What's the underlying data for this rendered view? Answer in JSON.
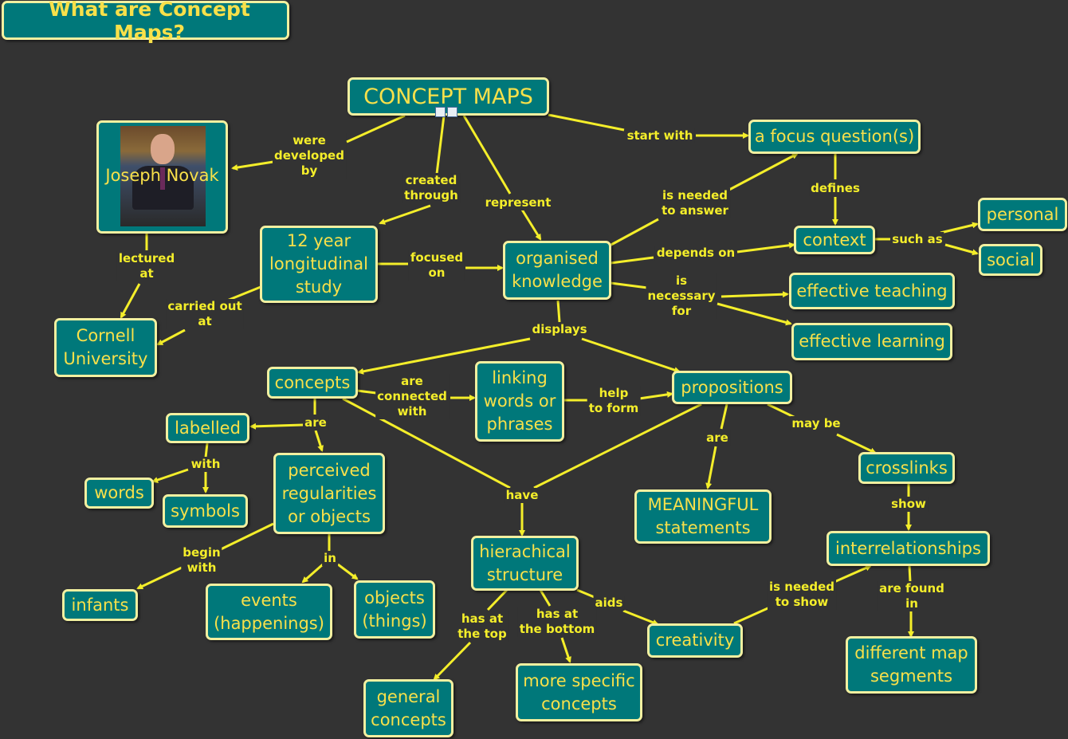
{
  "title": "What are Concept Maps?",
  "colors": {
    "background": "#333333",
    "node_fill": "#00787a",
    "node_border": "#f2f0a0",
    "text": "#f8e04a",
    "edge": "#f4ee2a"
  },
  "nodes": {
    "concept_maps": "CONCEPT MAPS",
    "joseph_novak": "Joseph Novak",
    "focus_question": "a focus question(s)",
    "longitudinal": "12 year\nlongitudinal\nstudy",
    "organised_knowledge": "organised\nknowledge",
    "context": "context",
    "personal": "personal",
    "social": "social",
    "effective_teaching": "effective teaching",
    "effective_learning": "effective learning",
    "cornell": "Cornell\nUniversity",
    "concepts": "concepts",
    "linking_words": "linking\nwords or\nphrases",
    "propositions": "propositions",
    "labelled": "labelled",
    "words": "words",
    "symbols": "symbols",
    "perceived": "perceived\nregularities\nor objects",
    "meaningful": "MEANINGFUL\nstatements",
    "crosslinks": "crosslinks",
    "interrelationships": "interrelationships",
    "hierarchical": "hierachical\nstructure",
    "infants": "infants",
    "events": "events\n(happenings)",
    "objects": "objects\n(things)",
    "creativity": "creativity",
    "different_map": "different map\nsegments",
    "general_concepts": "general\nconcepts",
    "specific_concepts": "more specific\nconcepts"
  },
  "links": {
    "were_developed_by": "were\ndeveloped\nby",
    "start_with": "start with",
    "created_through": "created\nthrough",
    "represent": "represent",
    "defines": "defines",
    "is_needed_to_answer": "is needed\nto answer",
    "lectured_at": "lectured\nat",
    "focused_on": "focused\non",
    "depends_on": "depends on",
    "such_as": "such as",
    "is_necessary_for": "is\nnecessary\nfor",
    "carried_out_at": "carried out\nat",
    "displays": "displays",
    "are_connected_with": "are\nconnected\nwith",
    "help_to_form": "help\nto form",
    "are_1": "are",
    "are_2": "are",
    "may_be": "may be",
    "with": "with",
    "have": "have",
    "show": "show",
    "begin_with": "begin\nwith",
    "in": "in",
    "is_needed_to_show": "is needed\nto show",
    "are_found_in": "are found\nin",
    "aids": "aids",
    "has_at_the_top": "has at\nthe top",
    "has_at_the_bottom": "has at\nthe bottom"
  }
}
